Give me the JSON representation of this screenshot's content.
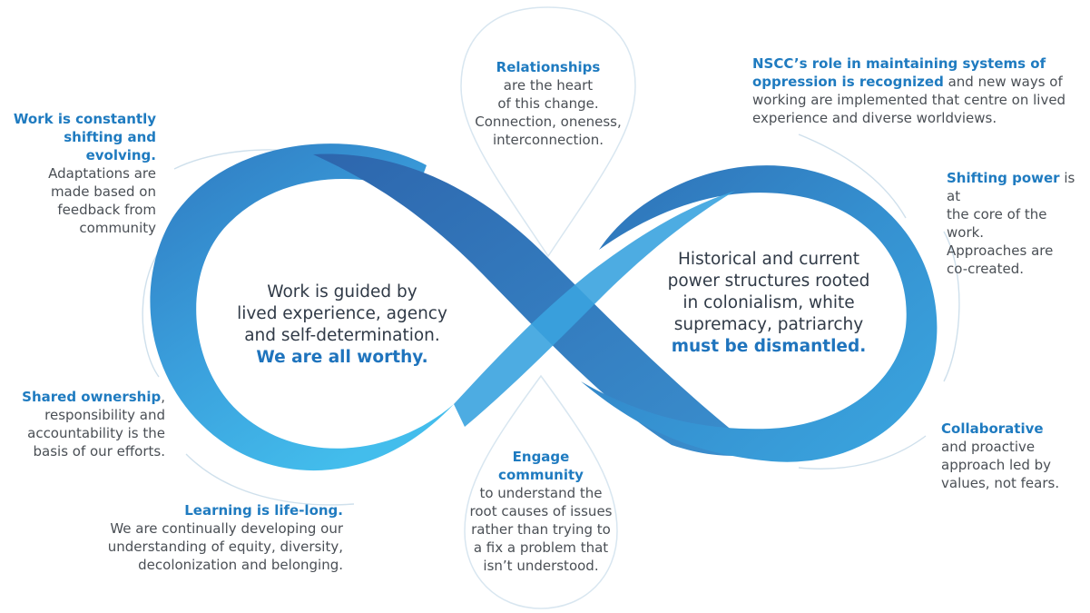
{
  "colors": {
    "accent_text": "#1f7bc0",
    "body_text": "#4a4f55",
    "ribbon_dark": "#2f6fb6",
    "ribbon_mid": "#3598d5",
    "ribbon_light": "#42b8e9",
    "guide_line": "#c9dbe9"
  },
  "top_drop": {
    "bold": "Relationships",
    "rest": [
      "are the heart",
      "of this change.",
      "Connection, oneness,",
      "interconnection."
    ]
  },
  "bottom_drop": {
    "bold": [
      "Engage",
      "community"
    ],
    "rest": [
      "to understand the",
      "root causes of issues",
      "rather than trying to",
      "a fix a problem that",
      "isn’t understood."
    ]
  },
  "left_core": {
    "lines": [
      "Work is guided by",
      "lived experience, agency",
      "and self-determination."
    ],
    "emphasis": "We are all worthy."
  },
  "right_core": {
    "lines": [
      "Historical and current",
      "power structures rooted",
      "in colonialism, white",
      "supremacy, patriarchy"
    ],
    "emphasis": "must be dismantled."
  },
  "left_notes": {
    "evolving": {
      "bold": [
        "Work is constantly",
        "shifting and evolving."
      ],
      "rest": [
        "Adaptations are",
        "made based on",
        "feedback from",
        "community"
      ]
    },
    "ownership": {
      "bold": "Shared ownership",
      "after_bold": ",",
      "rest": [
        "responsibility and",
        "accountability is the",
        "basis of our efforts."
      ]
    },
    "learning": {
      "bold": "Learning is life-long.",
      "rest": [
        "We are continually developing our",
        "understanding of equity, diversity,",
        "decolonization and belonging."
      ]
    }
  },
  "right_notes": {
    "nscc": {
      "bold_1": "NSCC’s role in maintaining systems of",
      "bold_2": "oppression is recognized",
      "rest_2": " and new ways of",
      "rest": [
        "working are implemented that centre on  lived",
        "experience and diverse worldviews."
      ]
    },
    "power": {
      "bold": "Shifting power",
      "after_bold": " is at",
      "rest": [
        "the core of the work.",
        "Approaches are",
        "co-created."
      ]
    },
    "collab": {
      "bold": "Collaborative",
      "rest": [
        "and proactive",
        "approach led by",
        "values, not fears."
      ]
    }
  }
}
